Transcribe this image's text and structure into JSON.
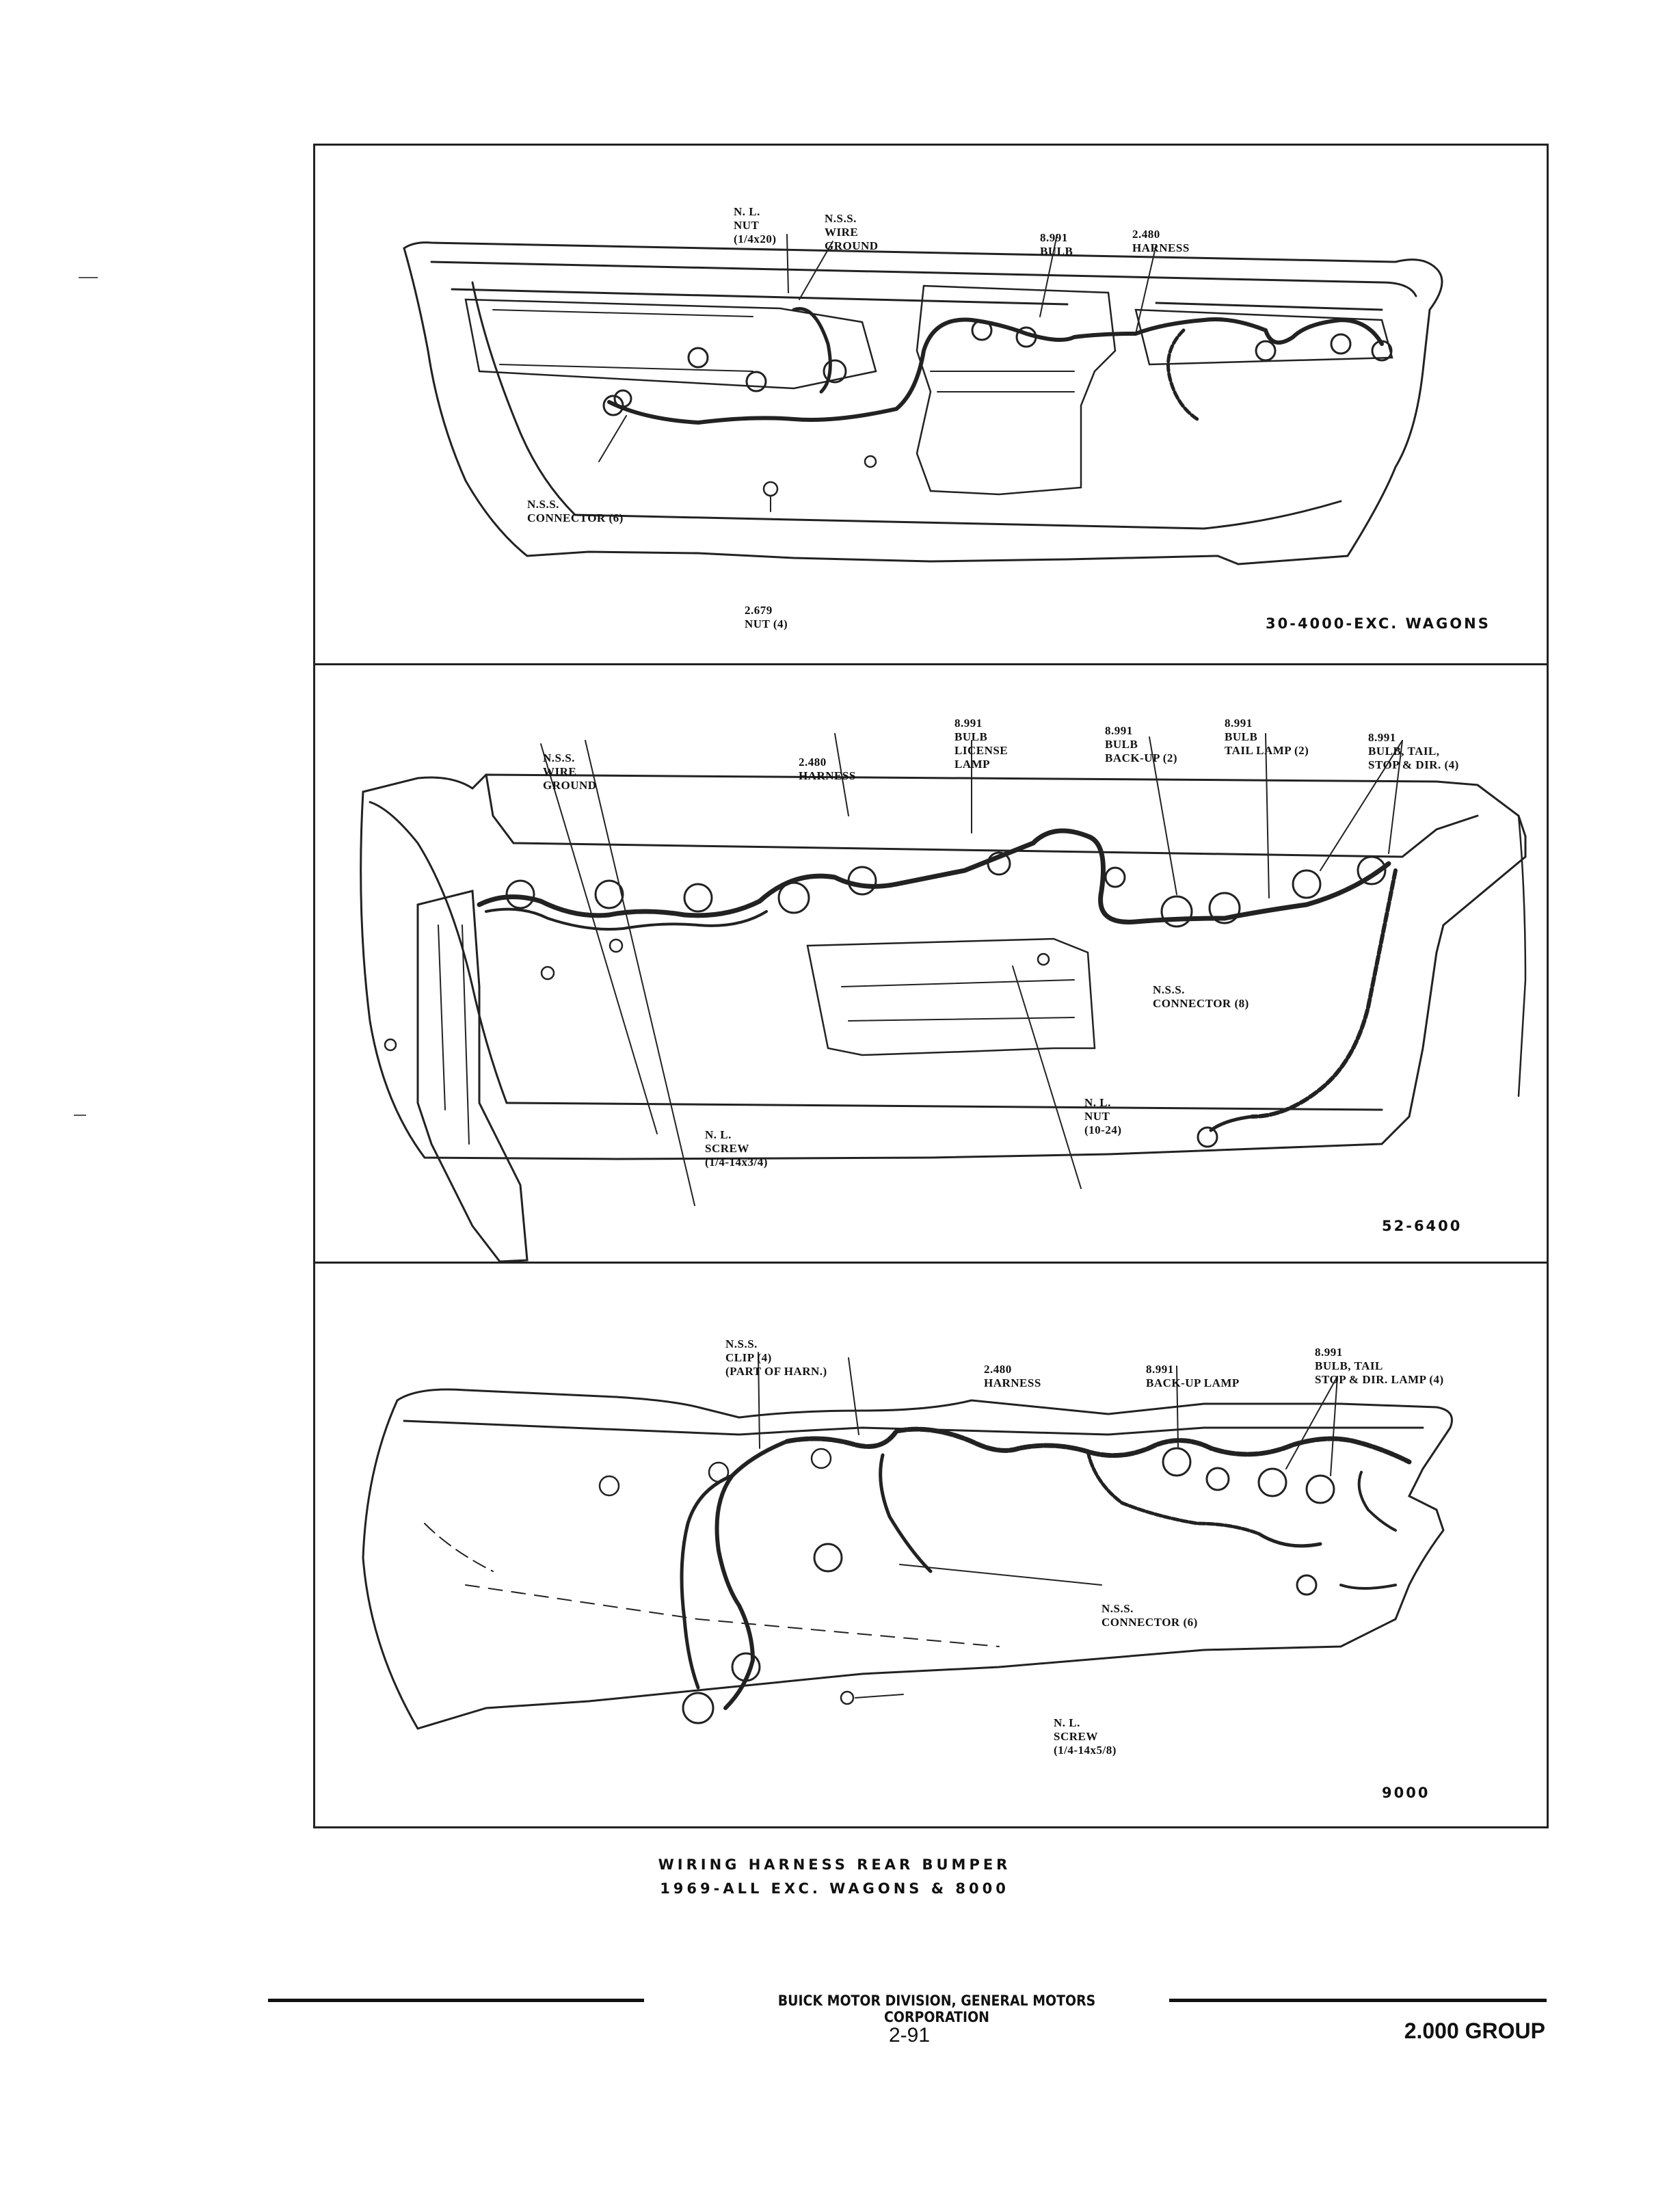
{
  "panels": [
    {
      "model_tag": "30-4000-EXC. WAGONS",
      "labels": [
        {
          "lines": [
            "N. L.",
            "NUT",
            "(1/4x20)"
          ]
        },
        {
          "lines": [
            "N.S.S.",
            "WIRE",
            "GROUND"
          ]
        },
        {
          "lines": [
            "8.991",
            "BULB"
          ]
        },
        {
          "lines": [
            "2.480",
            "HARNESS"
          ]
        },
        {
          "lines": [
            "N.S.S.",
            "CONNECTOR (6)"
          ]
        },
        {
          "lines": [
            "2.679",
            "NUT (4)"
          ]
        }
      ]
    },
    {
      "model_tag": "52-6400",
      "labels": [
        {
          "lines": [
            "N.S.S.",
            "WIRE",
            "GROUND"
          ]
        },
        {
          "lines": [
            "2.480",
            "HARNESS"
          ]
        },
        {
          "lines": [
            "8.991",
            "BULB",
            "LICENSE",
            "LAMP"
          ]
        },
        {
          "lines": [
            "8.991",
            "BULB",
            "BACK-UP (2)"
          ]
        },
        {
          "lines": [
            "8.991",
            "BULB",
            "TAIL LAMP (2)"
          ]
        },
        {
          "lines": [
            "8.991",
            "BULB, TAIL,",
            "STOP & DIR. (4)"
          ]
        },
        {
          "lines": [
            "N.S.S.",
            "CONNECTOR (8)"
          ]
        },
        {
          "lines": [
            "N. L.",
            "NUT",
            "(10-24)"
          ]
        },
        {
          "lines": [
            "N. L.",
            "SCREW",
            "(1/4-14x3/4)"
          ]
        }
      ]
    },
    {
      "model_tag": "9000",
      "labels": [
        {
          "lines": [
            "N.S.S.",
            "CLIP (4)",
            "(PART OF HARN.)"
          ]
        },
        {
          "lines": [
            "2.480",
            "HARNESS"
          ]
        },
        {
          "lines": [
            "8.991",
            "BACK-UP LAMP"
          ]
        },
        {
          "lines": [
            "8.991",
            "BULB, TAIL",
            "STOP & DIR. LAMP (4)"
          ]
        },
        {
          "lines": [
            "N.S.S.",
            "CONNECTOR (6)"
          ]
        },
        {
          "lines": [
            "N. L.",
            "SCREW",
            "(1/4-14x5/8)"
          ]
        }
      ]
    }
  ],
  "caption": {
    "line1": "WIRING HARNESS REAR BUMPER",
    "line2": "1969-ALL EXC. WAGONS & 8000"
  },
  "footer": {
    "organization": "BUICK MOTOR DIVISION, GENERAL MOTORS CORPORATION",
    "page_number": "2-91",
    "group": "2.000 GROUP"
  }
}
